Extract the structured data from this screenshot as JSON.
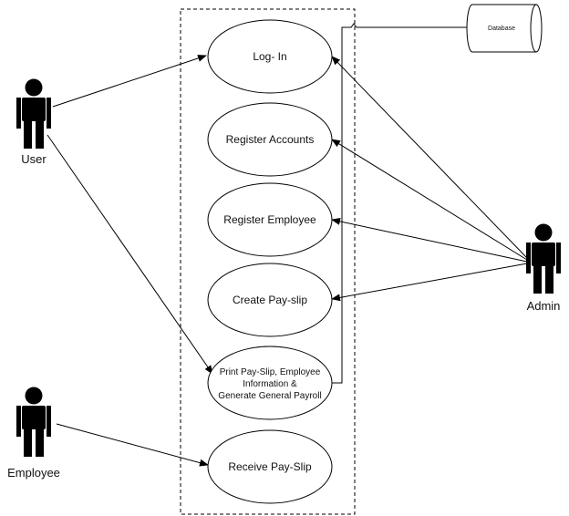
{
  "database": {
    "label": "Database"
  },
  "actors": [
    {
      "id": "user",
      "label": "User"
    },
    {
      "id": "employee",
      "label": "Employee"
    },
    {
      "id": "admin",
      "label": "Admin"
    }
  ],
  "use_cases": [
    {
      "id": "login",
      "lines": [
        "Log- In"
      ]
    },
    {
      "id": "register-accounts",
      "lines": [
        "Register Accounts"
      ]
    },
    {
      "id": "register-employee",
      "lines": [
        "Register Employee"
      ]
    },
    {
      "id": "create-payslip",
      "lines": [
        "Create Pay-slip"
      ]
    },
    {
      "id": "print-payslip",
      "lines": [
        "Print Pay-Slip, Employee",
        "Information &",
        "Generate General Payroll"
      ]
    },
    {
      "id": "receive-payslip",
      "lines": [
        "Receive Pay-Slip"
      ]
    }
  ],
  "associations": [
    {
      "from": "user",
      "to": "login"
    },
    {
      "from": "user",
      "to": "print-payslip"
    },
    {
      "from": "employee",
      "to": "receive-payslip"
    },
    {
      "from": "admin",
      "to": "login"
    },
    {
      "from": "admin",
      "to": "register-accounts"
    },
    {
      "from": "admin",
      "to": "register-employee"
    },
    {
      "from": "admin",
      "to": "create-payslip"
    }
  ],
  "colors": {
    "stroke": "#000000",
    "fill": "#ffffff",
    "actor": "#000000"
  }
}
